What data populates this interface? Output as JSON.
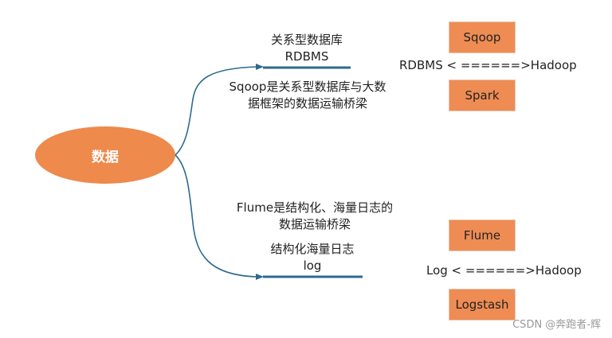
{
  "root": {
    "label": "数据"
  },
  "branch_top": {
    "label_line1": "关系型数据库",
    "label_line2": "RDBMS",
    "desc_line1": "Sqoop是关系型数据库与大数",
    "desc_line2": "据框架的数据运输桥梁"
  },
  "branch_bottom": {
    "desc_line1": "Flume是结构化、海量日志的",
    "desc_line2": "数据运输桥梁",
    "label_line1": "结构化海量日志",
    "label_line2": "log"
  },
  "tools_top": {
    "box1": "Sqoop",
    "flow": "RDBMS < ======>Hadoop",
    "box2": "Spark"
  },
  "tools_bottom": {
    "box1": "Flume",
    "flow": "Log < ======>Hadoop",
    "box2": "Logstash"
  },
  "watermark": "CSDN @奔跑者-辉",
  "colors": {
    "node_fill": "#ED8A4C",
    "connector": "#2E6A8E",
    "text": "#222222"
  }
}
